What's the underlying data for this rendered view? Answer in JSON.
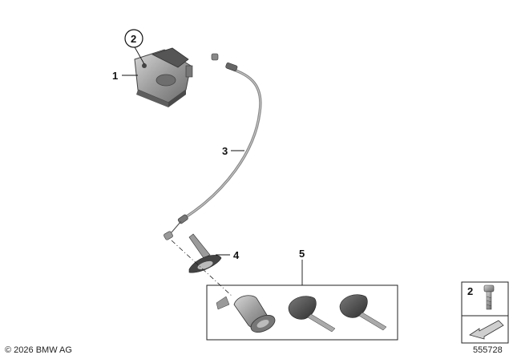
{
  "callouts": {
    "lock_upper": "1",
    "screw_circle": "2",
    "cable": "3",
    "bracket": "4",
    "lock_set": "5",
    "legend_screw": "2"
  },
  "footer": {
    "copyright": "© 2026 BMW AG",
    "diagram_number": "555728"
  },
  "colors": {
    "part_gray": "#9a9a9a",
    "part_dark": "#5e5e5e",
    "key_black": "#3a3a3a",
    "line": "#111111"
  }
}
